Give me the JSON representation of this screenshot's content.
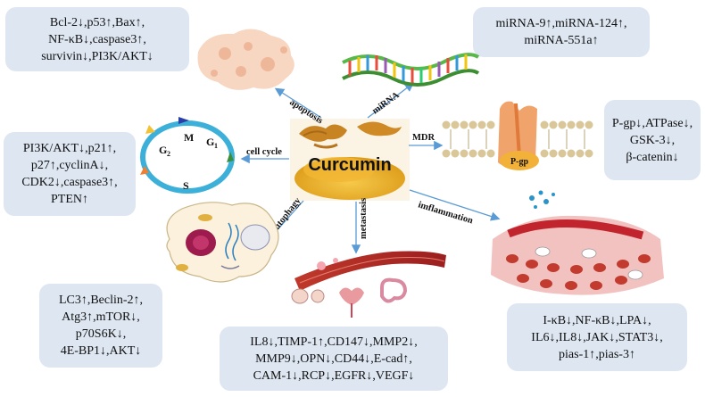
{
  "center": {
    "title": "Curcumin"
  },
  "pathways": {
    "apoptosis": "apoptosis",
    "mirna": "miRNA",
    "mdr": "MDR",
    "cell_cycle": "cell cycle",
    "autophagy": "autophagy",
    "metastasis": "metastasis",
    "inflammation": "imflammation"
  },
  "cell_cycle_phases": {
    "m": "M",
    "g1": "G",
    "g1_sub": "1",
    "g2": "G",
    "g2_sub": "2",
    "s": "S"
  },
  "transporter": {
    "label": "P-gp"
  },
  "boxes": {
    "apoptosis": [
      "Bcl-2↓,p53↑,Bax↑,",
      "NF-κB↓,caspase3↑,",
      "survivin↓,PI3K/AKT↓"
    ],
    "mirna": [
      "miRNA-9↑,miRNA-124↑,",
      "miRNA-551a↑"
    ],
    "mdr": [
      "P-gp↓,ATPase↓,",
      "GSK-3↓,",
      "β-catenin↓"
    ],
    "cell_cycle": [
      "PI3K/AKT↓,p21↑,",
      "p27↑,cyclinA↓,",
      "CDK2↓,caspase3↑,",
      "PTEN↑"
    ],
    "autophagy": [
      "LC3↑,Beclin-2↑,",
      "Atg3↑,mTOR↓,",
      "p70S6K↓,",
      "4E-BP1↓,AKT↓"
    ],
    "metastasis": [
      "IL8↓,TIMP-1↑,CD147↓,MMP2↓,",
      "MMP9↓,OPN↓,CD44↓,E-cad↑,",
      "CAM-1↓,RCP↓,EGFR↓,VEGF↓"
    ],
    "inflammation": [
      "I-κB↓,NF-κB↓,LPA↓,",
      "IL6↓,IL8↓,JAK↓,STAT3↓,",
      "pias-1↑,pias-3↑"
    ]
  },
  "colors": {
    "box": "#dde6f1",
    "arrow": "#5b9bd5",
    "cycle": "#3cb0d8",
    "turmeric": "#e6a21c"
  }
}
